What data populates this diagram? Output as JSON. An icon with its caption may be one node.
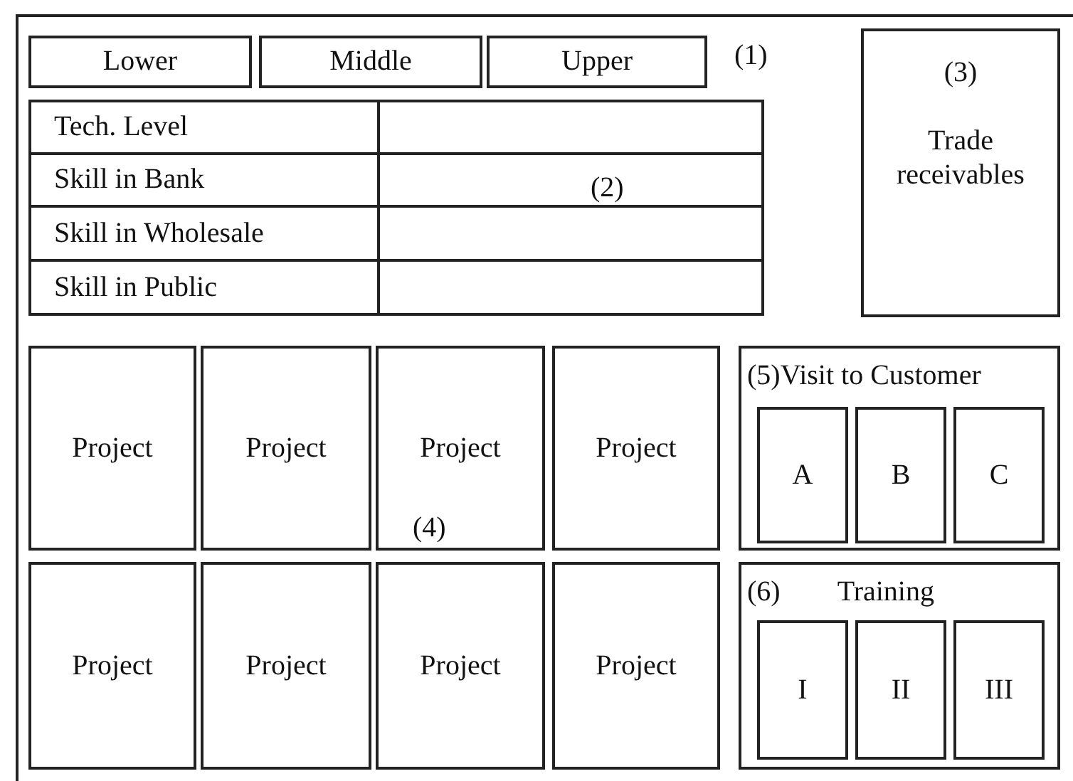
{
  "diagram": {
    "nodes": [
      {
        "text": [
          "Lower"
        ]
      },
      {
        "text": [
          "Middle"
        ]
      },
      {
        "text": [
          "Upper"
        ]
      },
      {
        "text": [
          "(3)",
          "Trade receivables"
        ]
      },
      {
        "text": [
          "Tech. Level"
        ]
      },
      {
        "text": [
          "Skill in Bank"
        ]
      },
      {
        "text": [
          "Skill in Wholesale"
        ]
      },
      {
        "text": [
          "Skill in Public"
        ]
      },
      {
        "text": [
          "Project"
        ]
      },
      {
        "text": [
          "Project"
        ]
      },
      {
        "text": [
          "Project"
        ]
      },
      {
        "text": [
          "Project"
        ]
      },
      {
        "text": [
          "(5)",
          "Visit to Customer"
        ]
      },
      {
        "text": [
          "A"
        ],
        "in": 12
      },
      {
        "text": [
          "B"
        ],
        "in": 12
      },
      {
        "text": [
          "C"
        ],
        "in": 12
      },
      {
        "text": [
          "Project"
        ]
      },
      {
        "text": [
          "Project"
        ]
      },
      {
        "text": [
          "Project"
        ]
      },
      {
        "text": [
          "Project"
        ]
      },
      {
        "text": [
          "(6)",
          "Training"
        ]
      },
      {
        "text": [
          "I"
        ],
        "in": 20
      },
      {
        "text": [
          "II"
        ],
        "in": 20
      },
      {
        "text": [
          "III"
        ],
        "in": 20
      }
    ],
    "edges": [],
    "labels": [
      "(1)",
      "(2)",
      "(4)"
    ]
  }
}
